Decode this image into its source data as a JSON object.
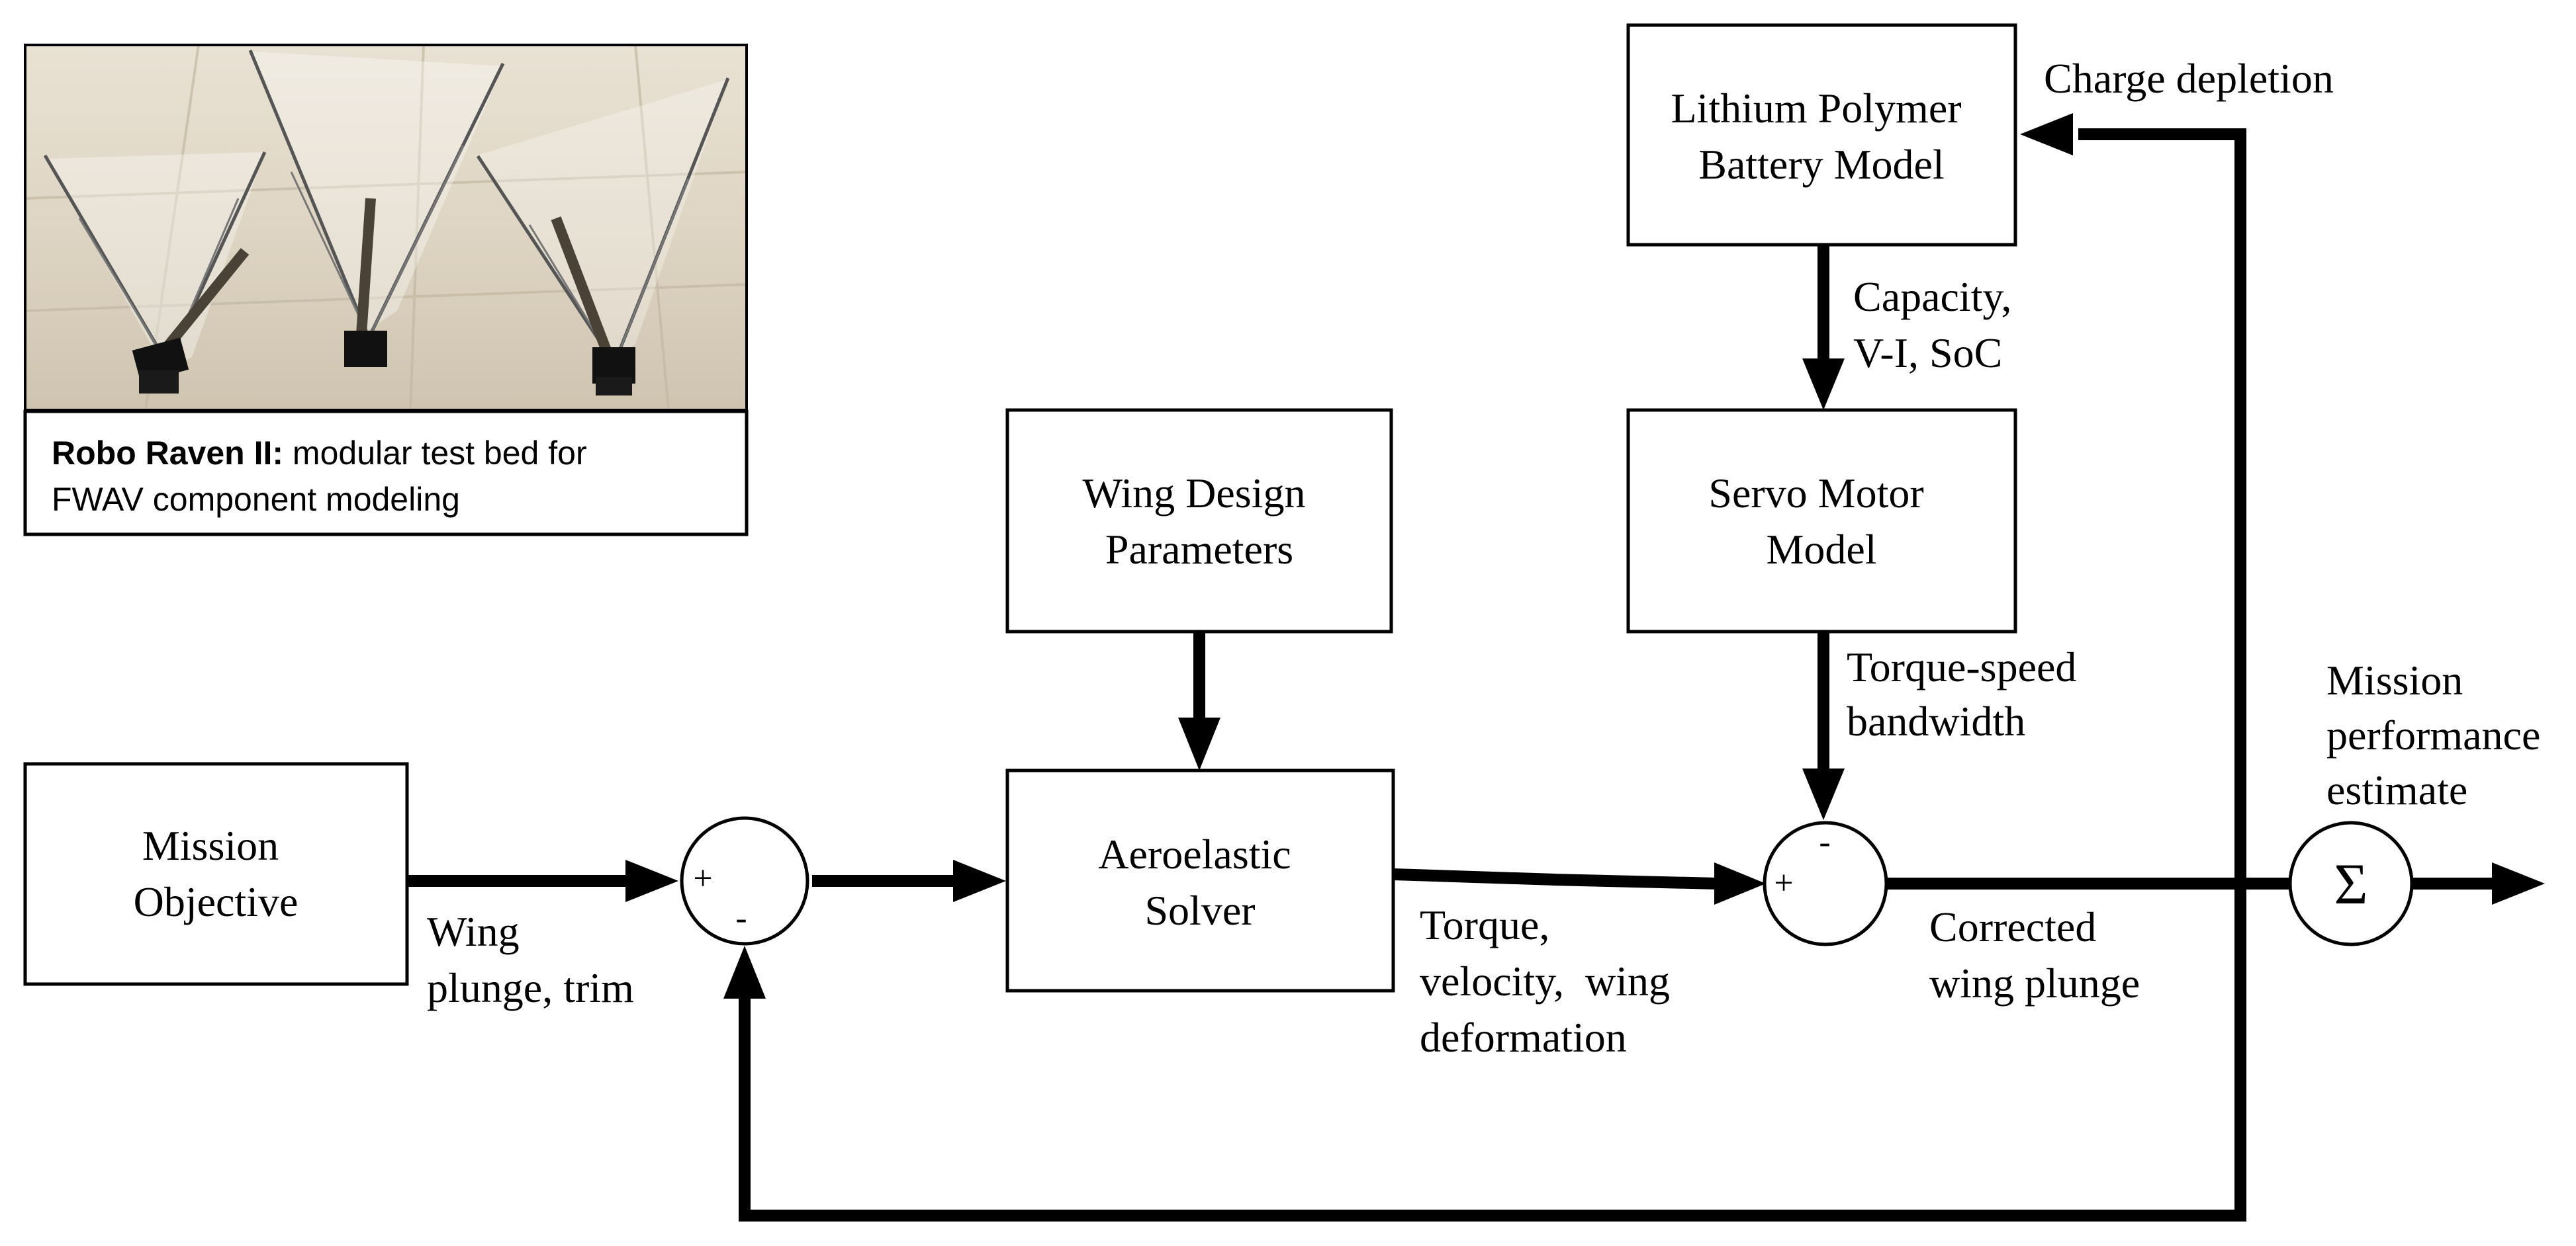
{
  "photo": {
    "caption_bold": "Robo Raven II:",
    "caption_rest_line1": " modular test bed for",
    "caption_line2": "FWAV component modeling"
  },
  "blocks": {
    "mission_objective": [
      "Mission",
      "Objective"
    ],
    "wing_design": [
      "Wing Design",
      "Parameters"
    ],
    "aeroelastic": [
      "Aeroelastic",
      "Solver"
    ],
    "battery": [
      "Lithium Polymer",
      "Battery Model"
    ],
    "servo": [
      "Servo Motor",
      "Model"
    ]
  },
  "signals": {
    "wing_plunge_trim": [
      "Wing",
      "plunge, trim"
    ],
    "torque_velocity": [
      "Torque,",
      "velocity,  wing",
      "deformation"
    ],
    "corrected": [
      "Corrected",
      "wing plunge"
    ],
    "capacity": [
      "Capacity,",
      "V-I, SoC"
    ],
    "torque_speed": [
      "Torque-speed",
      "bandwidth"
    ],
    "charge_depletion": "Charge depletion",
    "mission_performance": [
      "Mission",
      "performance",
      "estimate"
    ]
  },
  "sum_signs": {
    "plus": "+",
    "minus": "-",
    "sigma": "Σ"
  }
}
